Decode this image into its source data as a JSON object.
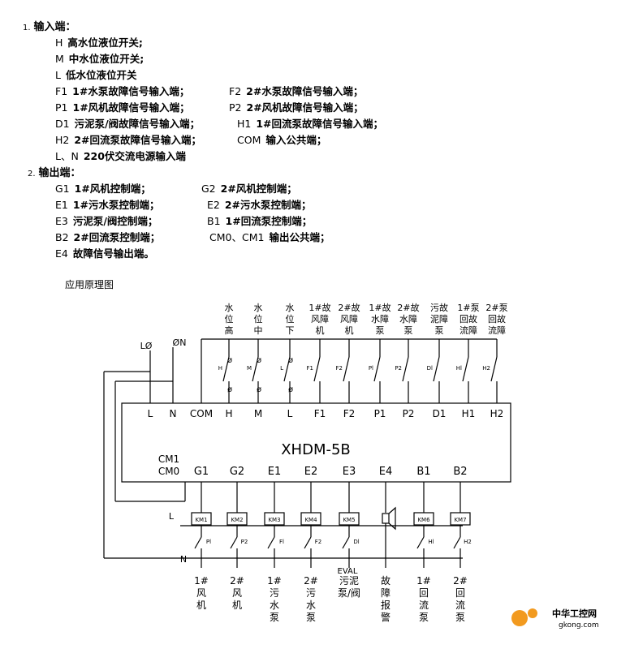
{
  "inputs": {
    "number": "1.",
    "title": "输入端：",
    "lines": [
      [
        "H",
        "高水位液位开关;"
      ],
      [
        "M",
        "中水位液位开关;"
      ],
      [
        "L",
        "低水位液位开关"
      ],
      [
        "F1",
        "1#水泵故障信号输入端；"
      ],
      [
        "F2",
        "2#水泵故障信号输入端；"
      ],
      [
        "P1",
        "1#风机故障信号输入端；"
      ],
      [
        "P2",
        "2#风机故障信号输入端；"
      ],
      [
        "D1",
        "污泥泵/阀故障信号输入端；"
      ],
      [
        "H1",
        "1#回流泵故障信号输入端；"
      ],
      [
        "H2",
        "2#回流泵故障信号输入端；"
      ],
      [
        "COM",
        "输入公共端；"
      ],
      [
        "L、N",
        "220伏交流电源输入端"
      ]
    ]
  },
  "outputs": {
    "number": "2.",
    "title": "输出端：",
    "lines": [
      [
        "G1",
        "1#风机控制端；"
      ],
      [
        "G2",
        "2#风机控制端；"
      ],
      [
        "E1",
        "1#污水泵控制端；"
      ],
      [
        "E2",
        "2#污水泵控制端；"
      ],
      [
        "E3",
        "污泥泵/阀控制端；"
      ],
      [
        "B1",
        "1#回流泵控制端；"
      ],
      [
        "B2",
        "2#回流泵控制端；"
      ],
      [
        "CM0、CM1",
        "输出公共端；"
      ],
      [
        "E4",
        "故障信号输出端。"
      ]
    ]
  },
  "diagram": {
    "caption": "应用原理图",
    "device_name": "XHDM-5B",
    "supply": {
      "L": "LØ",
      "N": "ØN"
    },
    "top_labels": [
      [
        "水",
        "位",
        "高"
      ],
      [
        "水",
        "位",
        "中"
      ],
      [
        "水",
        "位",
        "下"
      ],
      [
        "1#故",
        "风障",
        "机"
      ],
      [
        "2#故",
        "风障",
        "机"
      ],
      [
        "1#故",
        "水障",
        "泵"
      ],
      [
        "2#故",
        "水障",
        "泵"
      ],
      [
        "污故",
        "泥障",
        "泵"
      ],
      [
        "1#泵",
        "回故",
        "流障"
      ],
      [
        "2#泵",
        "回故",
        "流障"
      ]
    ],
    "switch_labels": [
      "H",
      "M",
      "L",
      "F1",
      "F2",
      "Pl",
      "P2",
      "Dl",
      "Hl",
      "H2"
    ],
    "input_terminals": [
      "L",
      "N",
      "COM",
      "H",
      "M",
      "L",
      "F1",
      "F2",
      "P1",
      "P2",
      "D1",
      "H1",
      "H2"
    ],
    "output_terminals": [
      "CM1",
      "CM0",
      "G1",
      "G2",
      "E1",
      "E2",
      "E3",
      "E4",
      "B1",
      "B2"
    ],
    "relays": [
      "KM1",
      "KM2",
      "KM3",
      "KM4",
      "KM5",
      "",
      "KM6",
      "KM7"
    ],
    "contacts": [
      "Pl",
      "P2",
      "Fl",
      "F2",
      "Dl",
      "",
      "Hl",
      "H2"
    ],
    "line_L": "L",
    "line_N": "N",
    "eval_label": "EVAL",
    "bottom_labels": [
      [
        "1#",
        "风",
        "机"
      ],
      [
        "2#",
        "风",
        "机"
      ],
      [
        "1#",
        "污",
        "水",
        "泵"
      ],
      [
        "2#",
        "污",
        "水",
        "泵"
      ],
      [
        "污泥",
        "泵/阀"
      ],
      [
        "故",
        "障",
        "报",
        "警"
      ],
      [
        "1#",
        "回",
        "流",
        "泵"
      ],
      [
        "2#",
        "回",
        "流",
        "泵"
      ]
    ]
  },
  "watermark": {
    "brand": "中华工控网",
    "domain": "gkong.com",
    "accent": "#f29a1f"
  }
}
